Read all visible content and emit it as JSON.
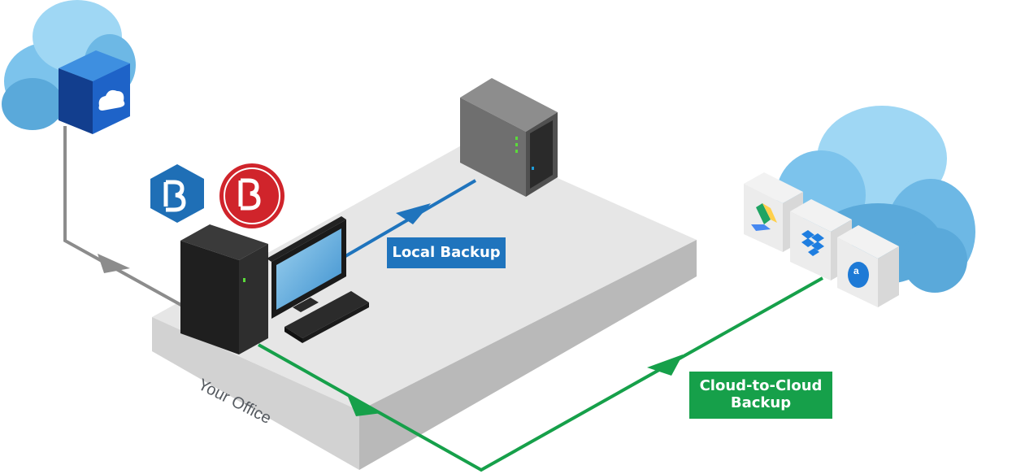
{
  "labels": {
    "local_backup": "Local Backup",
    "cloud_backup_line1": "Cloud-to-Cloud",
    "cloud_backup_line2": "Backup",
    "office": "Your Office"
  },
  "colors": {
    "local_path": "#1f74bd",
    "cloud_path": "#16a04a",
    "source_path": "#8c8c8c",
    "local_label_bg": "#1f74bd",
    "cloud_label_bg": "#16a04a",
    "platform_top": "#e6e6e6",
    "platform_side": "#c9c9c9",
    "cloud_light": "#8fd0f2",
    "cloud_dark": "#5aa9da",
    "logo_blue": "#1f6fb6",
    "logo_red": "#d0242b"
  },
  "icons": [
    "onedrive-icon",
    "backup-logo-blue",
    "backup-logo-red",
    "google-drive-icon",
    "dropbox-icon",
    "amazon-drive-icon"
  ]
}
